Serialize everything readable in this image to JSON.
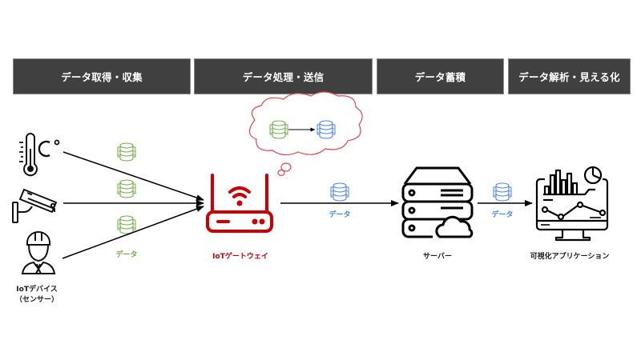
{
  "stages": [
    {
      "label": "データ取得・収集"
    },
    {
      "label": "データ処理・送信"
    },
    {
      "label": "データ蓄積"
    },
    {
      "label": "データ解析・見える化"
    }
  ],
  "nodes": {
    "devices": {
      "label_line1": "IoTデバイス",
      "label_line2": "（センサー）",
      "icons": [
        "thermometer-celsius-icon",
        "security-camera-icon",
        "worker-helmet-icon"
      ]
    },
    "gateway": {
      "label": "IoTゲートウェイ",
      "icon": "wifi-router-icon"
    },
    "server": {
      "label": "サーバー",
      "icon": "server-cloud-icon"
    },
    "app": {
      "label": "可視化アプリケーション",
      "icon": "analytics-monitor-icon"
    }
  },
  "data_labels": {
    "raw": "データ",
    "processed_to_server": "データ",
    "server_to_app": "データ"
  },
  "thought_bubble": {
    "description": "raw-data-to-processed-data",
    "icons": [
      "database-green-icon",
      "database-blue-icon"
    ]
  },
  "colors": {
    "stage_bar": "#404040",
    "raw_data": "#70ad47",
    "processed_data": "#4a86e8",
    "gateway": "#cc0000",
    "bubble_outline": "#e0474c",
    "arrow": "#000000"
  }
}
